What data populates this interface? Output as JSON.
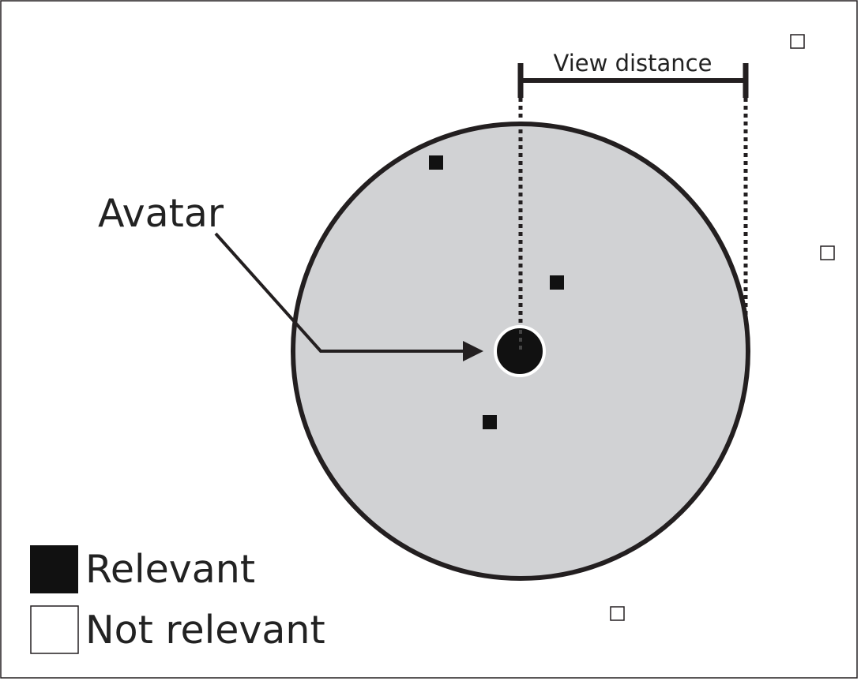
{
  "labels": {
    "view_distance": "View distance",
    "avatar": "Avatar"
  },
  "legend": {
    "relevant": "Relevant",
    "not_relevant": "Not relevant"
  },
  "colors": {
    "view_area_fill": "#d1d2d4",
    "stroke": "#231f20",
    "relevant": "#111111",
    "not_relevant": "#ffffff",
    "background": "#ffffff"
  }
}
